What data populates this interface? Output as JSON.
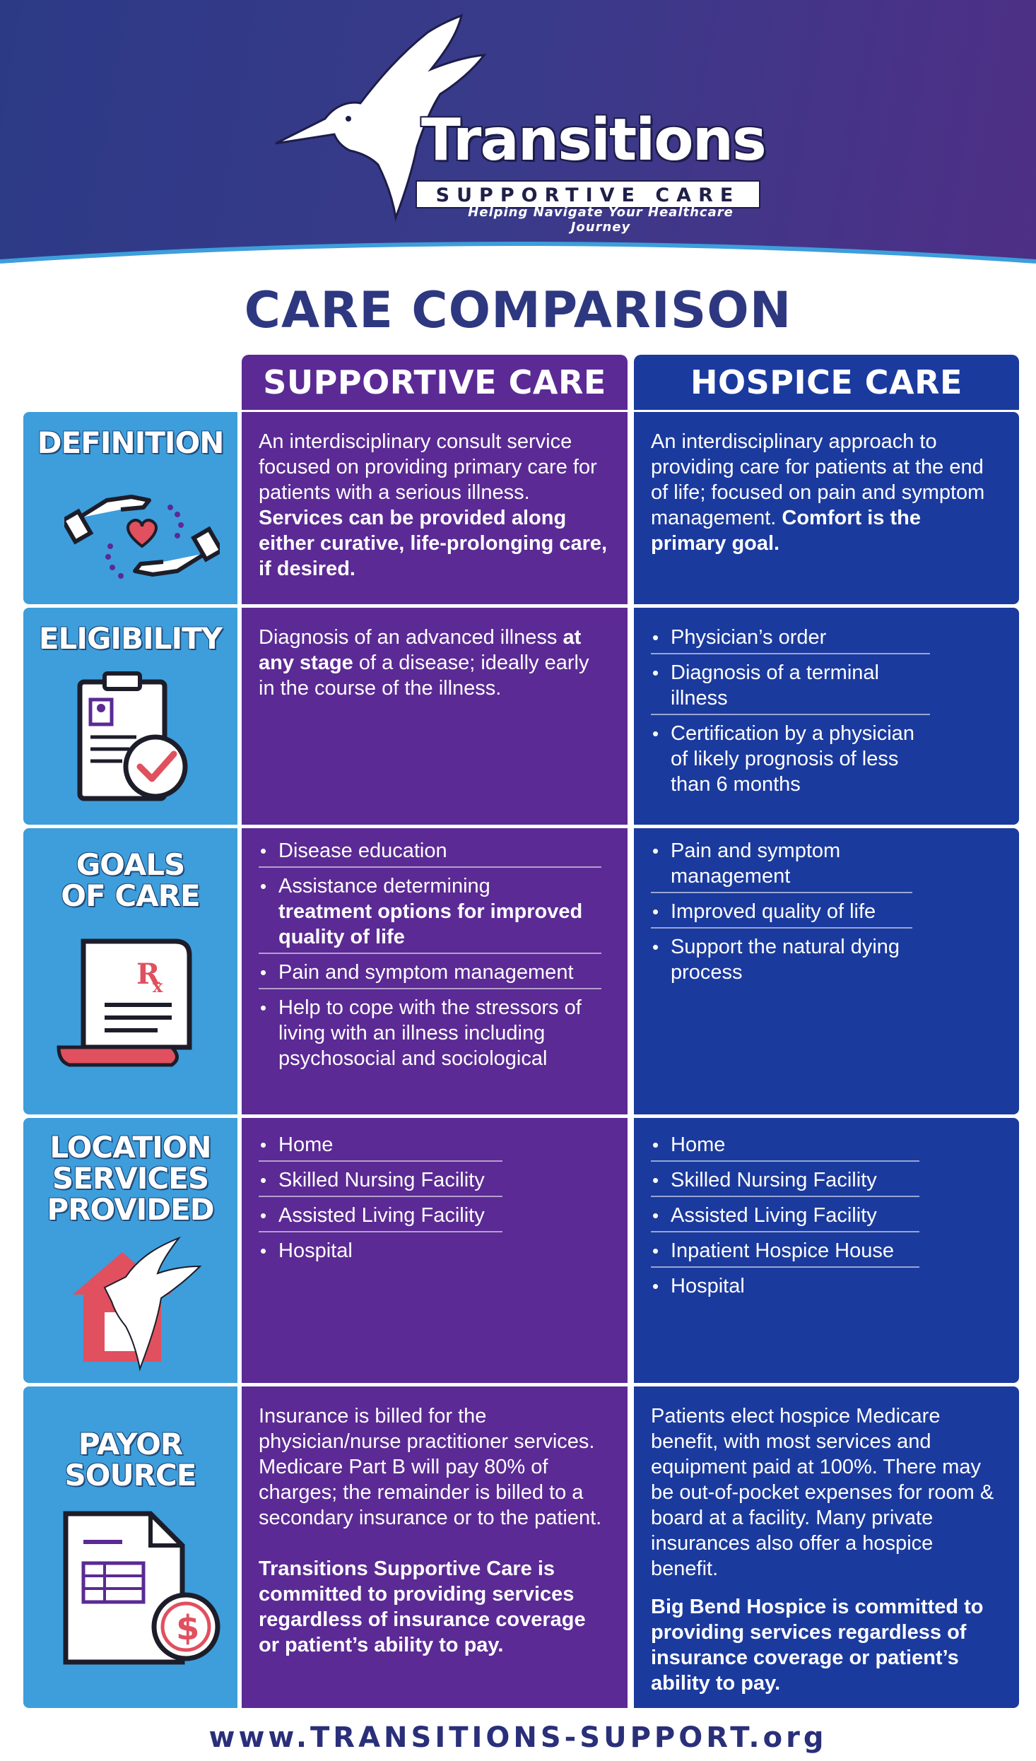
{
  "brand": {
    "name": "Transitions",
    "subtitle": "SUPPORTIVE CARE",
    "tagline": "Helping Navigate Your Healthcare Journey"
  },
  "title": "CARE COMPARISON",
  "columns": {
    "supportive": "SUPPORTIVE CARE",
    "hospice": "HOSPICE CARE"
  },
  "rows": {
    "definition": {
      "label": "DEFINITION",
      "supportive_text": "An interdisciplinary consult service focused on providing primary care for patients with a serious illness.",
      "supportive_bold": "Services can be provided along either curative, life-prolonging care, if desired.",
      "hospice_text": "An interdisciplinary approach to providing care for patients at the end of life; focused on pain and symptom management.",
      "hospice_bold": "Comfort is the primary goal."
    },
    "eligibility": {
      "label": "ELIGIBILITY",
      "supportive_pre": "Diagnosis of an advanced illness ",
      "supportive_bold": "at any stage",
      "supportive_post": " of a disease; ideally early in the course of the illness.",
      "hospice_items": [
        "Physician’s order",
        "Diagnosis of a terminal illness",
        "Certification by a physician of likely prognosis of less than 6 months"
      ]
    },
    "goals": {
      "label_line1": "GOALS",
      "label_line2": "OF CARE",
      "supportive_items": [
        "Disease education",
        "Assistance determining",
        "treatment options for improved quality of life",
        "Pain and symptom management",
        "Help to cope with the stressors of living with an illness including psychosocial and sociological"
      ],
      "hospice_items": [
        "Pain and symptom management",
        "Improved quality of life",
        "Support the natural dying process"
      ]
    },
    "location": {
      "label_line1": "LOCATION",
      "label_line2": "SERVICES",
      "label_line3": "PROVIDED",
      "supportive_items": [
        "Home",
        "Skilled Nursing Facility",
        "Assisted Living Facility",
        "Hospital"
      ],
      "hospice_items": [
        "Home",
        "Skilled Nursing Facility",
        "Assisted Living Facility",
        "Inpatient Hospice House",
        "Hospital"
      ]
    },
    "payor": {
      "label_line1": "PAYOR",
      "label_line2": "SOURCE",
      "supportive_text": "Insurance is billed for the physician/nurse practitioner services. Medicare Part B will pay 80% of charges; the remainder is billed to a secondary insurance or to the patient.",
      "supportive_bold": "Transitions Supportive Care is committed to providing services regardless of insurance coverage or patient’s ability to pay.",
      "hospice_text": "Patients elect hospice Medicare benefit, with most services and equipment paid at 100%. There may be out-of-pocket expenses for room & board at a facility. Many private insurances also offer a hospice benefit.",
      "hospice_bold": "Big Bend Hospice is committed to providing services regardless of insurance coverage or patient’s ability to pay."
    }
  },
  "footer": "www.TRANSITIONS-SUPPORT.org",
  "colors": {
    "header_bg": "#2c3a86",
    "supportive": "#5b2a94",
    "hospice": "#1b3a9e",
    "label": "#3d9edb",
    "title": "#2d3880",
    "icon_accent": "#e0505e"
  }
}
